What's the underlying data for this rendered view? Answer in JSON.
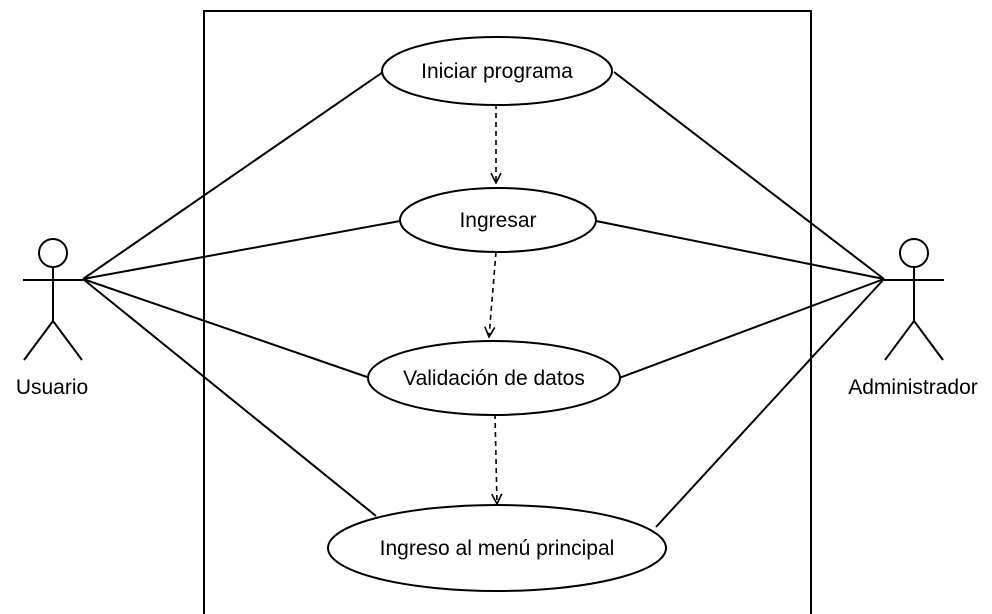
{
  "actors": [
    {
      "id": "usuario",
      "label": "Usuario"
    },
    {
      "id": "administrador",
      "label": "Administrador"
    }
  ],
  "use_cases": [
    {
      "id": "iniciar",
      "label": "Iniciar programa"
    },
    {
      "id": "ingresar",
      "label": "Ingresar"
    },
    {
      "id": "validacion",
      "label": "Validación de datos"
    },
    {
      "id": "ingreso_menu",
      "label": "Ingreso al menú principal"
    }
  ],
  "associations": [
    {
      "actor": "usuario",
      "use_case": "iniciar"
    },
    {
      "actor": "usuario",
      "use_case": "ingresar"
    },
    {
      "actor": "usuario",
      "use_case": "validacion"
    },
    {
      "actor": "usuario",
      "use_case": "ingreso_menu"
    },
    {
      "actor": "administrador",
      "use_case": "iniciar"
    },
    {
      "actor": "administrador",
      "use_case": "ingresar"
    },
    {
      "actor": "administrador",
      "use_case": "validacion"
    },
    {
      "actor": "administrador",
      "use_case": "ingreso_menu"
    }
  ],
  "dependencies": [
    {
      "from": "iniciar",
      "to": "ingresar"
    },
    {
      "from": "ingresar",
      "to": "validacion"
    },
    {
      "from": "validacion",
      "to": "ingreso_menu"
    }
  ],
  "colors": {
    "stroke": "#000000",
    "background": "#ffffff"
  }
}
